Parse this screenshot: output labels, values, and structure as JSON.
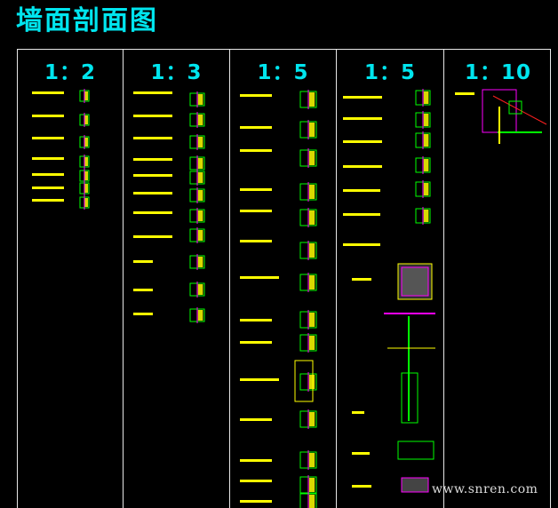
{
  "title": "墙面剖面图",
  "watermark": "www.snren.com",
  "columns": [
    {
      "scale": "1：2"
    },
    {
      "scale": "1：3"
    },
    {
      "scale": "1：5"
    },
    {
      "scale": "1：5"
    },
    {
      "scale": "1：10"
    }
  ],
  "colors": {
    "title": "#00e5ee",
    "label": "#ffff00",
    "frame": "#e8e8e8",
    "detail_green": "#00ff00",
    "detail_magenta": "#ff00ff",
    "detail_red": "#ff2020"
  }
}
